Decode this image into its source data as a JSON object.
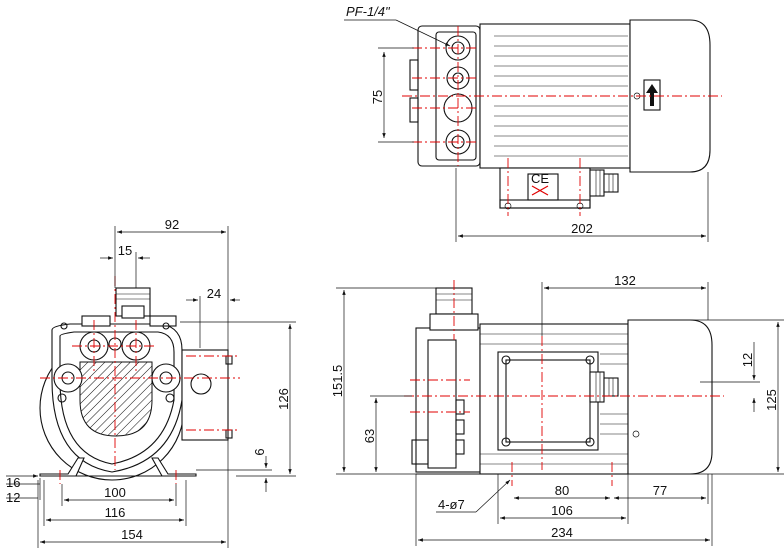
{
  "colors": {
    "outline": "#111111",
    "centerline": "#e00000",
    "background": "#ffffff"
  },
  "labels": {
    "port": "PF-1/4\"",
    "holes": "4-ø7",
    "maker_mark": "CE"
  },
  "top_view": {
    "dim_port_spacing": "75",
    "dim_length": "202"
  },
  "front_view": {
    "dim_width_top": "92",
    "dim_port_offset": "15",
    "dim_flange": "24",
    "dim_height": "126",
    "dim_foot_thickness": "6",
    "dim_16": "16",
    "dim_12": "12",
    "dim_100": "100",
    "dim_116": "116",
    "dim_154": "154"
  },
  "side_view": {
    "dim_132": "132",
    "dim_total_height": "151.5",
    "dim_axis_height": "63",
    "dim_12": "12",
    "dim_125": "125",
    "dim_80": "80",
    "dim_77": "77",
    "dim_106": "106",
    "dim_234": "234"
  }
}
